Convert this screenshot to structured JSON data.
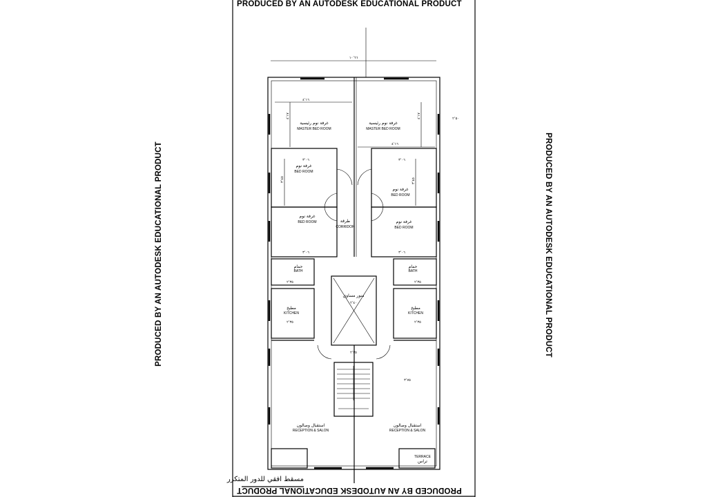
{
  "watermark": "PRODUCED BY AN AUTODESK EDUCATIONAL PRODUCT",
  "drawing_title": "مسقط افقي للدور المتكرر",
  "rooms": {
    "master_bedroom": {
      "ar": "غرفة نوم رئيسية",
      "en": "MASTER BED ROOM"
    },
    "bedroom": {
      "ar": "غرفة نوم",
      "en": "BED ROOM"
    },
    "corridor": {
      "ar": "طرقة",
      "en": "CORRIDOR"
    },
    "bath": {
      "ar": "حمام",
      "en": "BATH"
    },
    "kitchen": {
      "ar": "مطبخ",
      "en": "KITCHEN"
    },
    "light_well": {
      "ar": "منور مساوي"
    },
    "reception": {
      "ar": "استقبال وصالون",
      "en": "RECEPTION & SALON"
    },
    "terrace": {
      "ar": "تراس",
      "en": "TERRACE"
    }
  },
  "dimensions": {
    "total_width": "١٠٬٦٦",
    "master_w": "٤٬١٦",
    "master_h": "٤٬١٧",
    "bed_w": "٣٬٠٦",
    "bed_h": "٣٬٤٥",
    "bath_w": "٢٬٣٥",
    "kitchen_w": "٢٬٣٥",
    "well_w": "٢٬٤٠",
    "stair_w": "٢٬٣٥",
    "reception_w": "٣٬٧٥",
    "side": "٢٬٥٠"
  }
}
